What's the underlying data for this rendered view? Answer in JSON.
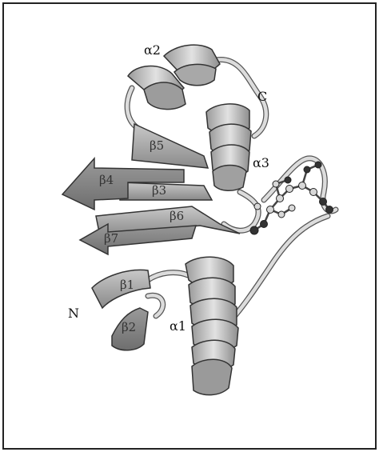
{
  "labels": {
    "alpha1": "α1",
    "alpha2": "α2",
    "alpha3": "α3",
    "beta1": "β1",
    "beta2": "β2",
    "beta3": "β3",
    "beta4": "β4",
    "beta5": "β5",
    "beta6": "β6",
    "beta7": "β7",
    "n_terminus": "N",
    "c_terminus": "C"
  },
  "colors": {
    "frame": "#222222",
    "helix_light": "#d8d8d8",
    "helix_dark": "#8a8a8a",
    "strand_light": "#bdbdbd",
    "strand_dark": "#7a7a7a",
    "coil": "#cfcfcf",
    "ligand_atom_light": "#d0d0d0",
    "ligand_atom_dark": "#333333"
  }
}
